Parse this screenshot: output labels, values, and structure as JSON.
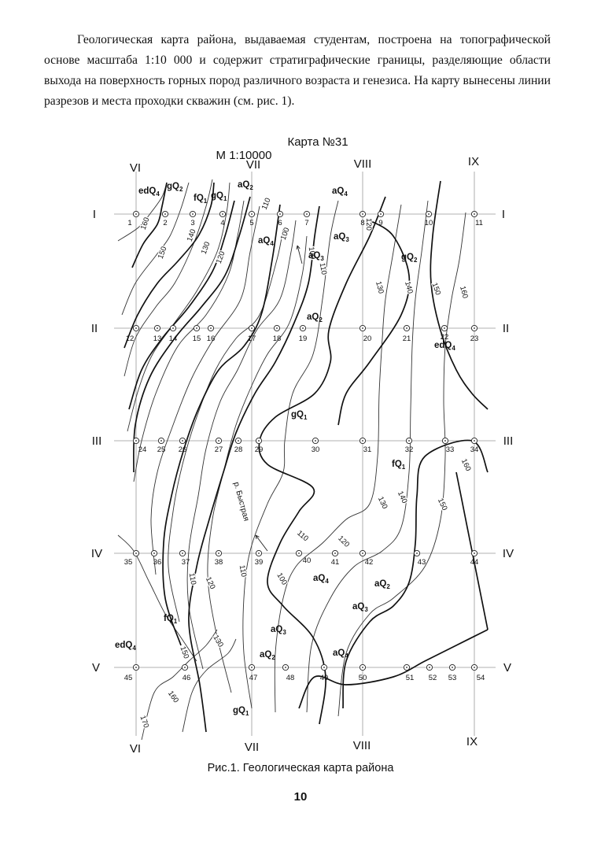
{
  "intro": "Геологическая карта района, выдаваемая студентам, построена на топографической основе масштаба 1:10 000 и содержит стратиграфические границы, разделяющие области выхода на поверхность горных пород различного возраста и генезиса. На карту вынесены линии разрезов и места проходки скважин (см. рис. 1).",
  "map": {
    "title": "Карта  №31",
    "scale": "М 1:10000",
    "columns": [
      "VI",
      "VII",
      "VIII",
      "IX"
    ],
    "rows": [
      "I",
      "II",
      "III",
      "IV",
      "V"
    ],
    "wells": [
      {
        "n": "1",
        "row": 0
      },
      {
        "n": "2",
        "row": 0
      },
      {
        "n": "3",
        "row": 0
      },
      {
        "n": "4",
        "row": 0
      },
      {
        "n": "5",
        "row": 0
      },
      {
        "n": "6",
        "row": 0
      },
      {
        "n": "7",
        "row": 0
      },
      {
        "n": "8",
        "row": 0
      },
      {
        "n": "9",
        "row": 0
      },
      {
        "n": "10",
        "row": 0
      },
      {
        "n": "11",
        "row": 0
      },
      {
        "n": "12",
        "row": 1
      },
      {
        "n": "13",
        "row": 1
      },
      {
        "n": "14",
        "row": 1
      },
      {
        "n": "15",
        "row": 1
      },
      {
        "n": "16",
        "row": 1
      },
      {
        "n": "17",
        "row": 1
      },
      {
        "n": "18",
        "row": 1
      },
      {
        "n": "19",
        "row": 1
      },
      {
        "n": "20",
        "row": 1
      },
      {
        "n": "21",
        "row": 1
      },
      {
        "n": "22",
        "row": 1
      },
      {
        "n": "23",
        "row": 1
      },
      {
        "n": "24",
        "row": 2
      },
      {
        "n": "25",
        "row": 2
      },
      {
        "n": "26",
        "row": 2
      },
      {
        "n": "27",
        "row": 2
      },
      {
        "n": "28",
        "row": 2
      },
      {
        "n": "29",
        "row": 2
      },
      {
        "n": "30",
        "row": 2
      },
      {
        "n": "31",
        "row": 2
      },
      {
        "n": "32",
        "row": 2
      },
      {
        "n": "33",
        "row": 2
      },
      {
        "n": "34",
        "row": 2
      },
      {
        "n": "35",
        "row": 3
      },
      {
        "n": "36",
        "row": 3
      },
      {
        "n": "37",
        "row": 3
      },
      {
        "n": "38",
        "row": 3
      },
      {
        "n": "39",
        "row": 3
      },
      {
        "n": "40",
        "row": 3
      },
      {
        "n": "41",
        "row": 3
      },
      {
        "n": "42",
        "row": 3
      },
      {
        "n": "43",
        "row": 3
      },
      {
        "n": "44",
        "row": 3
      },
      {
        "n": "45",
        "row": 4
      },
      {
        "n": "46",
        "row": 4
      },
      {
        "n": "47",
        "row": 4
      },
      {
        "n": "48",
        "row": 4
      },
      {
        "n": "49",
        "row": 4
      },
      {
        "n": "50",
        "row": 4
      },
      {
        "n": "51",
        "row": 4
      },
      {
        "n": "52",
        "row": 4
      },
      {
        "n": "53",
        "row": 4
      },
      {
        "n": "54",
        "row": 4
      }
    ],
    "contour_labels": [
      "160",
      "150",
      "140",
      "130",
      "120",
      "110",
      "100",
      "100",
      "110",
      "120",
      "130",
      "140",
      "150",
      "160",
      "160",
      "150",
      "140",
      "130",
      "120",
      "110",
      "110",
      "100",
      "120",
      "110",
      "150",
      "130",
      "160",
      "170"
    ],
    "unit_labels": [
      "edQ",
      "gQ",
      "fQ",
      "gQ",
      "aQ",
      "aQ",
      "aQ",
      "aQ",
      "aQ",
      "gQ",
      "aQ",
      "edQ",
      "gQ",
      "fQ",
      "aQ",
      "aQ",
      "fQ",
      "aQ",
      "aQ",
      "aQ",
      "edQ",
      "aQ",
      "gQ"
    ],
    "unit_subscripts": [
      "4",
      "2",
      "1",
      "1",
      "2",
      "4",
      "3",
      "4",
      "3",
      "2",
      "2",
      "4",
      "1",
      "1",
      "4",
      "2",
      "1",
      "3",
      "3",
      "4",
      "4",
      "2",
      "1"
    ],
    "river_label": "р. Быстрая"
  },
  "caption": "Рис.1. Геологическая карта района",
  "page_number": "10"
}
